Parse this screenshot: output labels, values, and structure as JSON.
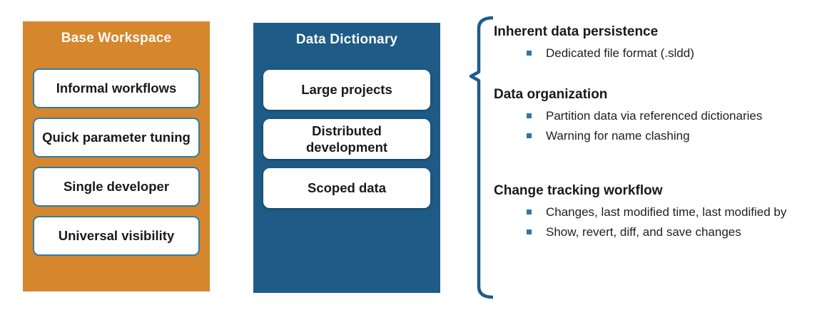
{
  "slide": {
    "panels": [
      {
        "title": "Base Workspace",
        "items": [
          "Informal workflows",
          "Quick parameter tuning",
          "Single developer",
          "Universal visibility"
        ]
      },
      {
        "title": "Data Dictionary",
        "items": [
          "Large projects",
          "Distributed development",
          "Scoped data"
        ]
      }
    ],
    "details": {
      "sections": [
        {
          "heading": "Inherent data persistence",
          "bullets": [
            "Dedicated file format (.sldd)"
          ]
        },
        {
          "heading": "Data organization",
          "bullets": [
            "Partition data via referenced dictionaries",
            "Warning for name clashing"
          ]
        },
        {
          "heading": "Change tracking workflow",
          "bullets": [
            "Changes, last modified time, last modified by",
            "Show, revert, diff, and save changes"
          ]
        }
      ]
    },
    "colors": {
      "base_workspace_panel": "#D6862D",
      "data_dictionary_panel": "#1E5C87",
      "workspace_box_border": "#2D7EA5",
      "bullet_square": "#2E74A6",
      "bracket": "#1E5C8A",
      "panel_title_text": "#FDFBF7",
      "body_text": "#1A1A1A"
    }
  }
}
